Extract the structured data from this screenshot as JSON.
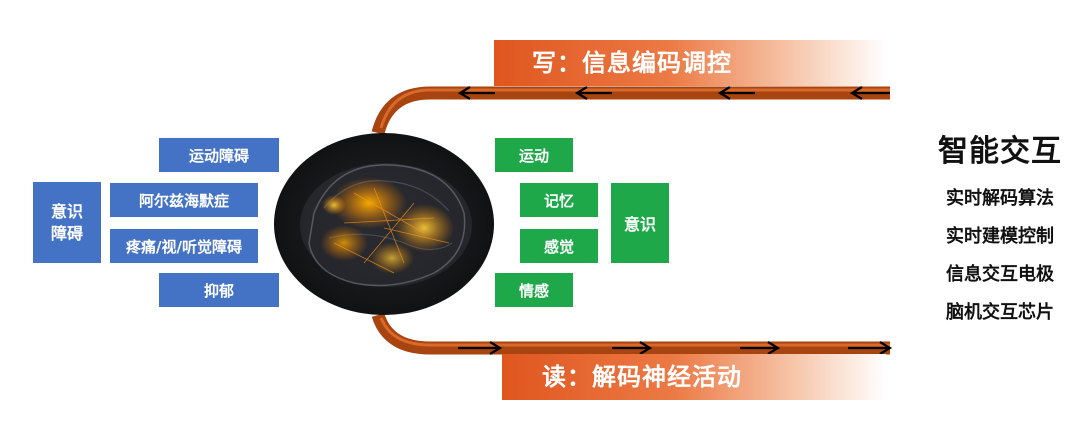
{
  "banners": {
    "write": "写：信息编码调控",
    "read": "读：解码神经活动"
  },
  "left": {
    "group_label": "意识\n障碍",
    "items": [
      "运动障碍",
      "阿尔兹海默症",
      "疼痛/视/听觉障碍",
      "抑郁"
    ]
  },
  "middle": {
    "items": [
      "运动",
      "记忆",
      "感觉",
      "情感"
    ],
    "group_label": "意识"
  },
  "right": {
    "title": "智能交互",
    "items": [
      "实时解码算法",
      "实时建模控制",
      "信息交互电极",
      "脑机交互芯片"
    ]
  },
  "colors": {
    "blue": "#4472c4",
    "green": "#1ea84a",
    "orange": "#e0561f",
    "pipe": "#b64a14"
  },
  "icons": [
    "brain-image",
    "arrow-left-icon",
    "arrow-right-icon"
  ]
}
